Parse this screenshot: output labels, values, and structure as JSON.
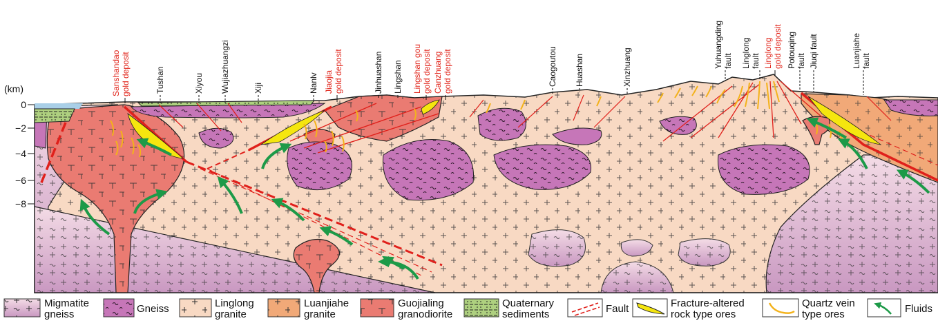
{
  "axis": {
    "unit": "(km)",
    "ticks": [
      "0",
      "−2",
      "−4",
      "−6",
      "−8"
    ]
  },
  "labels": {
    "sanshandao": [
      "Sanshandao",
      "gold deposit"
    ],
    "tushan": "Tushan",
    "xiyou": "Xiyou",
    "wujiazhuangzi": "Wujiazhuangzi",
    "xiji": "Xiji",
    "nanlv": "Nanlv",
    "jiaojia": [
      "Jiaojia",
      "gold deposit"
    ],
    "jinhuashan": "Jinhuashan",
    "lingshan": "Lingshan",
    "lingshangou": [
      "Lingshan gou",
      "gold deposit"
    ],
    "canzhuang": [
      "Canzhuang",
      "gold deposit"
    ],
    "caogoutou": "Caogoutou",
    "huashan": "Huashan",
    "xinzhuang": "Xinzhuang",
    "yuhuangding": [
      "Yuhuangding",
      "fault"
    ],
    "linglong_fault": [
      "Linglong",
      "fault"
    ],
    "linglong_deposit": [
      "Linglong",
      "gold deposit"
    ],
    "potouqing": [
      "Potouqing",
      "fault"
    ],
    "jiuqi": "Jiuqi fault",
    "luanjiahe": [
      "Luanjiahe",
      "fault"
    ]
  },
  "legend": [
    {
      "key": "migmatite",
      "label": [
        "Migmatite",
        "gneiss"
      ]
    },
    {
      "key": "gneiss",
      "label": [
        "Gneiss"
      ]
    },
    {
      "key": "linglong",
      "label": [
        "Linglong",
        "granite"
      ]
    },
    {
      "key": "luanjiahe",
      "label": [
        "Luanjiahe",
        "granite"
      ]
    },
    {
      "key": "guojialing",
      "label": [
        "Guojialing",
        "granodiorite"
      ]
    },
    {
      "key": "quaternary",
      "label": [
        "Quaternary",
        "sediments"
      ]
    },
    {
      "key": "fault",
      "label": [
        "Fault"
      ]
    },
    {
      "key": "fracture",
      "label": [
        "Fracture-altered",
        "rock type ores"
      ]
    },
    {
      "key": "quartz",
      "label": [
        "Quartz vein",
        "type ores"
      ]
    },
    {
      "key": "fluids",
      "label": [
        "Fluids"
      ]
    }
  ],
  "colors": {
    "linglong": "#f8d9c3",
    "migmatite_top": "#f3dbe6",
    "migmatite_bottom": "#c99ac2",
    "gneiss": "#c676b8",
    "luanjiahe": "#f1a978",
    "guojialing": "#ea7b72",
    "quaternary": "#aed07f",
    "sea": "#a9cfe7",
    "fault": "#e0201b",
    "ore_fill": "#f5e60f",
    "quartz": "#f3b21b",
    "fluids": "#1d9a48"
  }
}
